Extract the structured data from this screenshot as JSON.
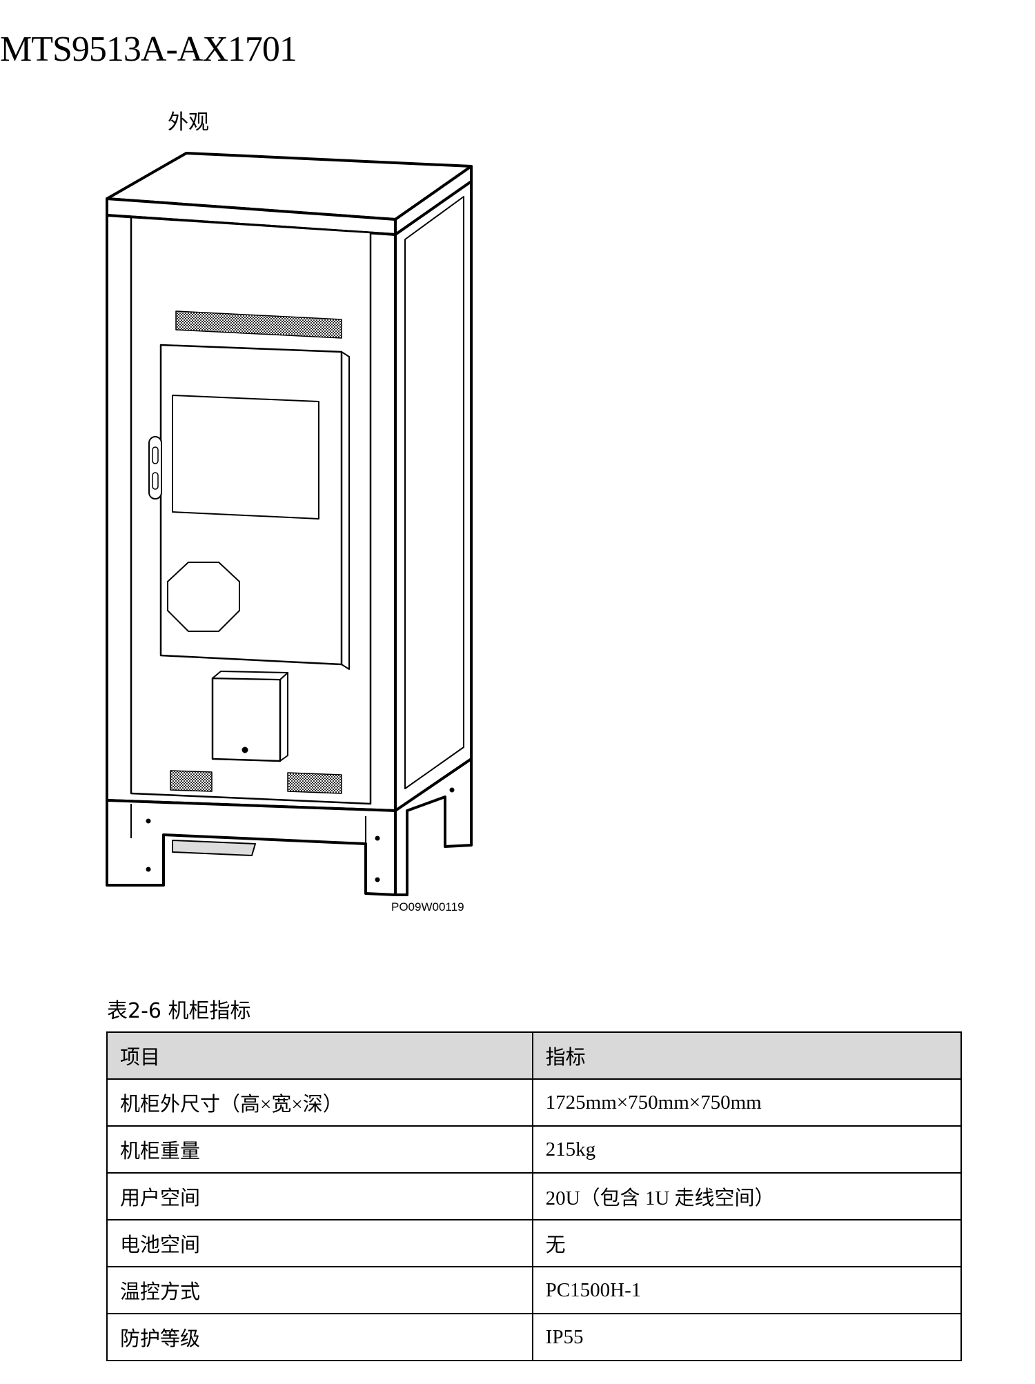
{
  "title": "MTS9513A-AX1701",
  "figure": {
    "caption": "外观",
    "code": "PO09W00119"
  },
  "table": {
    "title": "表2-6  机柜指标",
    "headers": [
      "项目",
      "指标"
    ],
    "rows": [
      [
        "机柜外尺寸（高×宽×深）",
        "1725mm×750mm×750mm"
      ],
      [
        "机柜重量",
        "215kg"
      ],
      [
        "用户空间",
        "20U（包含 1U 走线空间）"
      ],
      [
        "电池空间",
        "无"
      ],
      [
        "温控方式",
        "PC1500H-1"
      ],
      [
        "防护等级",
        "IP55"
      ]
    ]
  }
}
